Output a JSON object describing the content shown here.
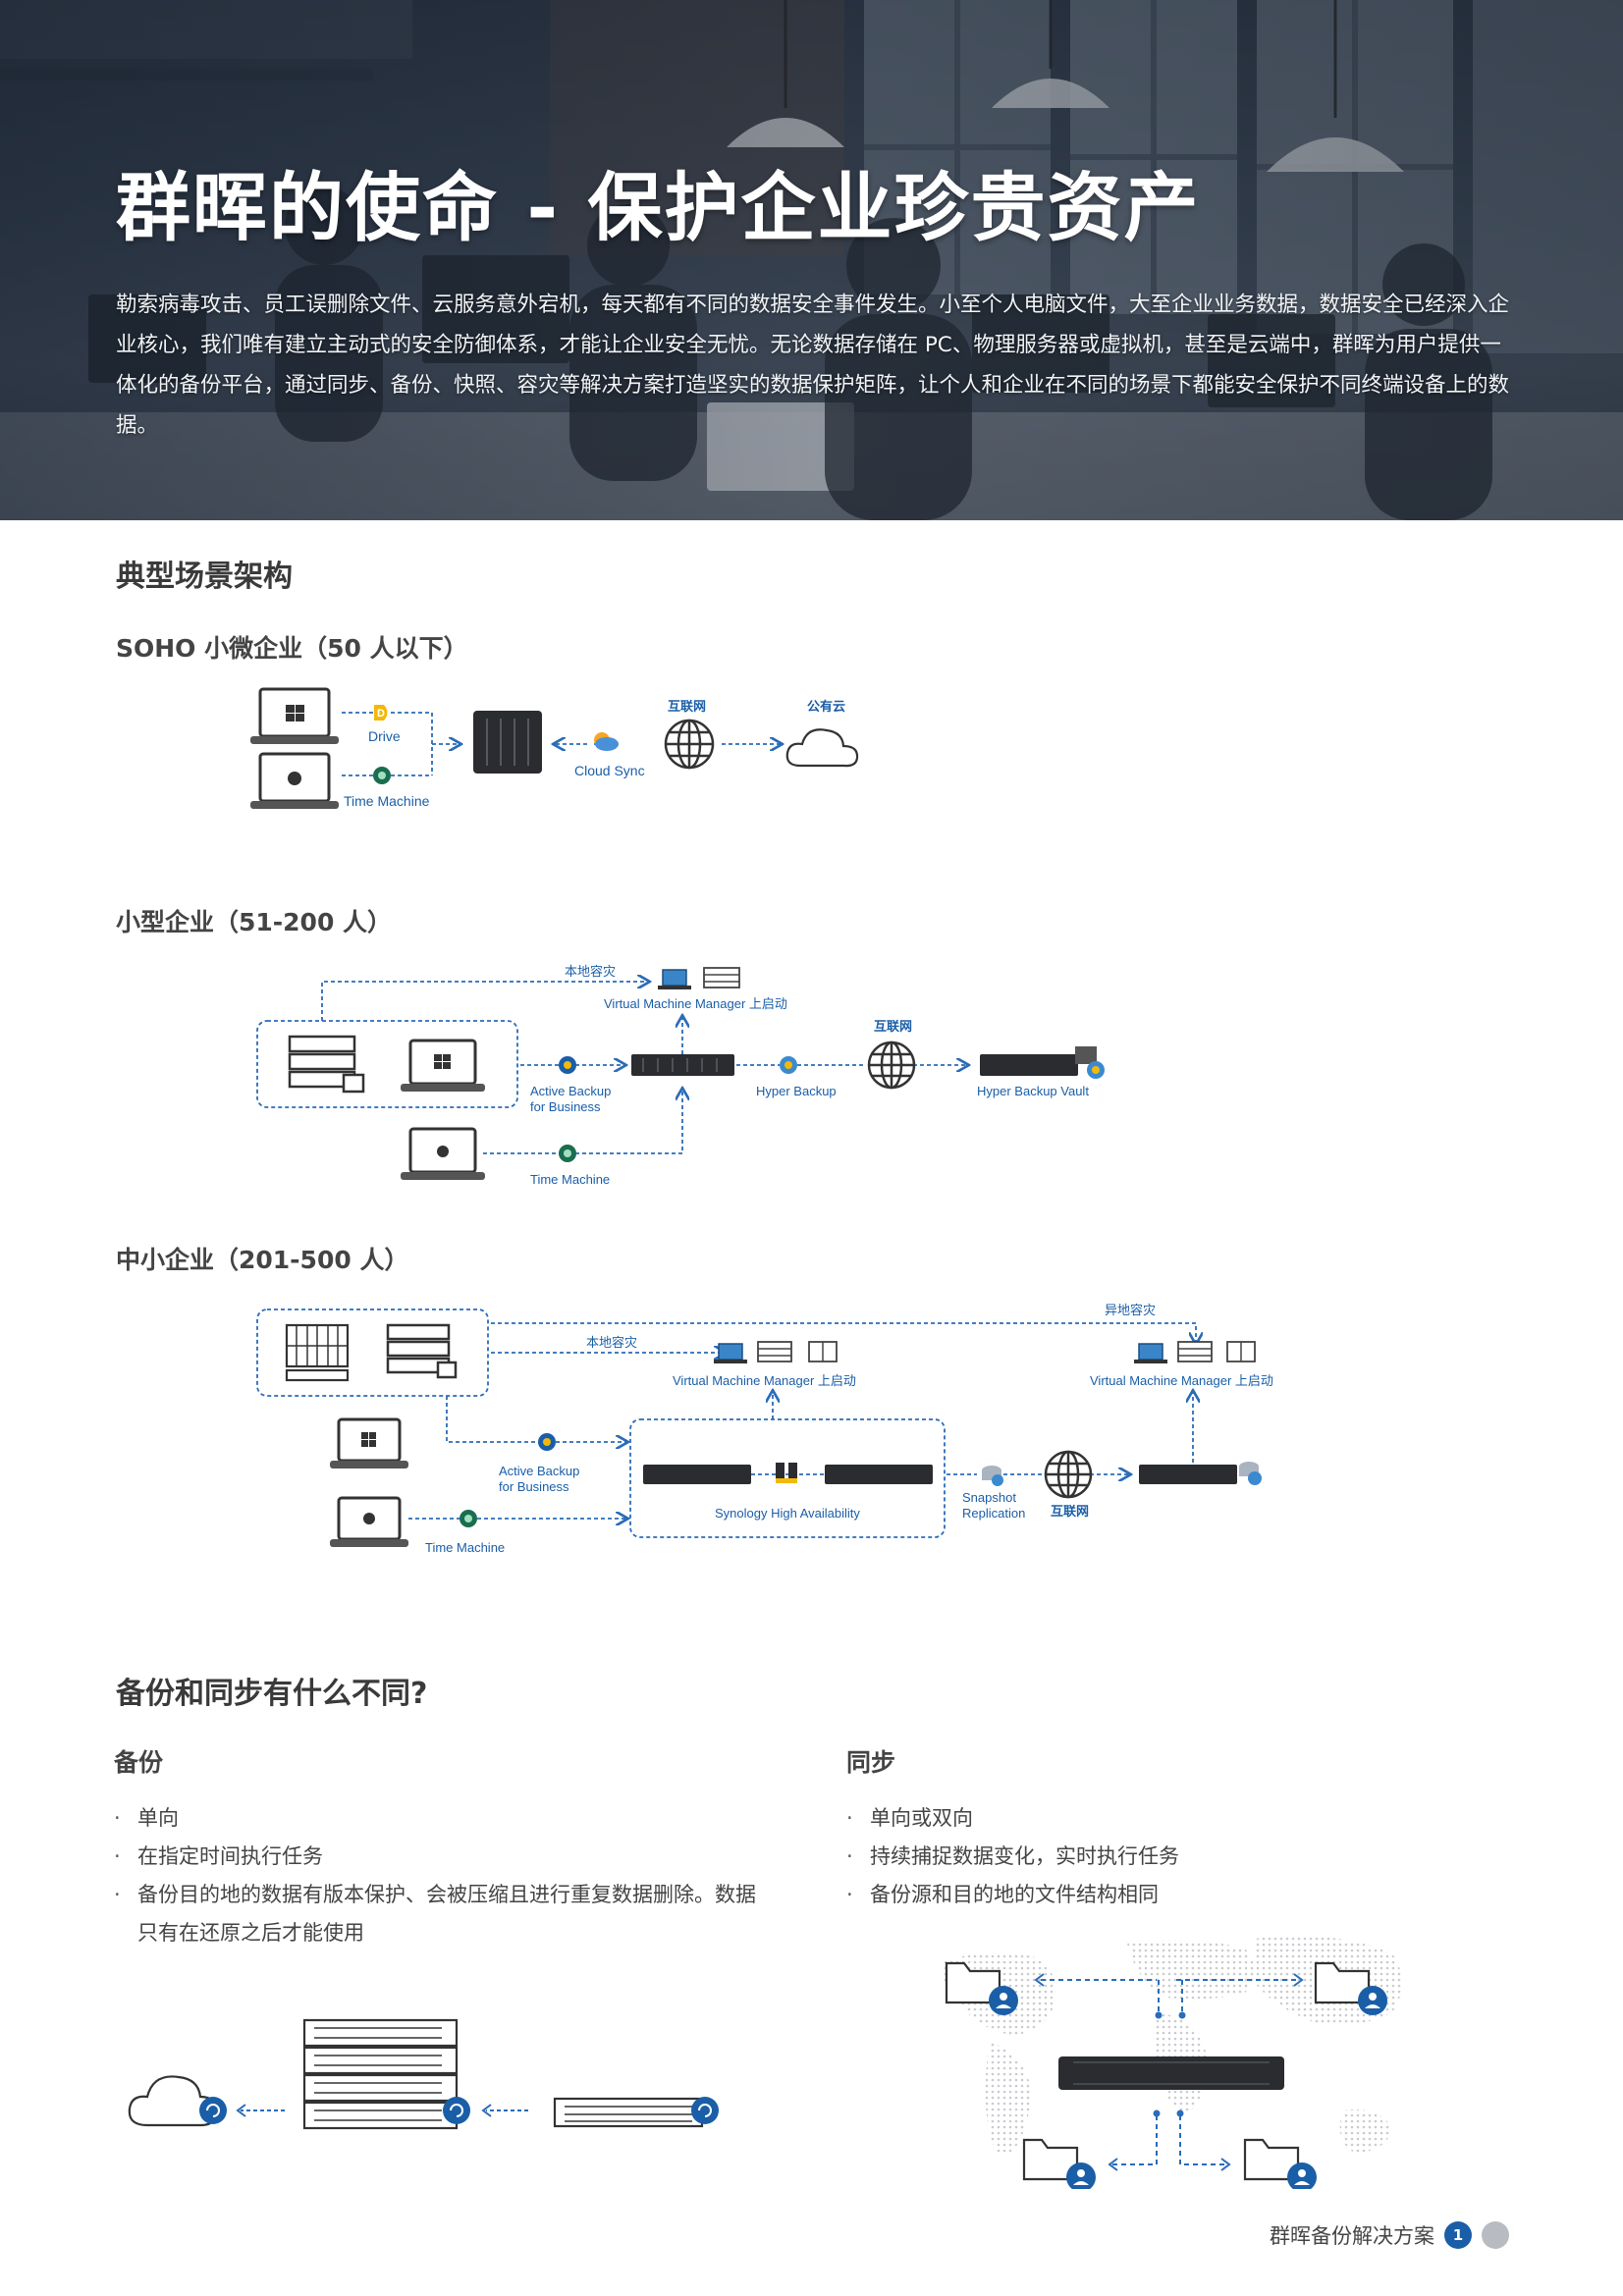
{
  "hero": {
    "title": "群晖的使命 - 保护企业珍贵资产",
    "body": "勒索病毒攻击、员工误删除文件、云服务意外宕机，每天都有不同的数据安全事件发生。小至个人电脑文件，大至企业业务数据，数据安全已经深入企业核心，我们唯有建立主动式的安全防御体系，才能让企业安全无忧。无论数据存储在 PC、物理服务器或虚拟机，甚至是云端中，群晖为用户提供一体化的备份平台，通过同步、备份、快照、容灾等解决方案打造坚实的数据保护矩阵，让个人和企业在不同的场景下都能安全保护不同终端设备上的数据。"
  },
  "arch": {
    "title": "典型场景架构",
    "soho": {
      "title": "SOHO 小微企业（50 人以下）",
      "drive": "Drive",
      "time_machine": "Time Machine",
      "cloud_sync": "Cloud Sync",
      "internet": "互联网",
      "public_cloud": "公有云"
    },
    "small": {
      "title": "小型企业（51-200 人）",
      "local_dr": "本地容灾",
      "vmm": "Virtual Machine Manager 上启动",
      "active_backup_1": "Active Backup",
      "active_backup_2": "for Business",
      "hyper_backup": "Hyper Backup",
      "internet": "互联网",
      "hyper_backup_vault": "Hyper Backup Vault",
      "time_machine": "Time Machine"
    },
    "smb": {
      "title": "中小企业（201-500 人）",
      "remote_dr": "异地容灾",
      "local_dr": "本地容灾",
      "vmm_1": "Virtual Machine Manager 上启动",
      "vmm_2": "Virtual Machine Manager 上启动",
      "active_backup_1": "Active Backup",
      "active_backup_2": "for Business",
      "high_availability": "Synology High Availability",
      "snapshot_1": "Snapshot",
      "snapshot_2": "Replication",
      "internet": "互联网",
      "time_machine": "Time Machine"
    }
  },
  "compare": {
    "title": "备份和同步有什么不同?",
    "backup": {
      "heading": "备份",
      "items": [
        "单向",
        "在指定时间执行任务",
        "备份目的地的数据有版本保护、会被压缩且进行重复数据删除。数据只有在还原之后才能使用"
      ]
    },
    "sync": {
      "heading": "同步",
      "items": [
        "单向或双向",
        "持续捕捉数据变化，实时执行任务",
        "备份源和目的地的文件结构相同"
      ]
    }
  },
  "footer": {
    "text": "群晖备份解决方案",
    "page": "1"
  },
  "colors": {
    "accent_blue": "#1a5ea8",
    "dashed_line": "#2a6cb8",
    "text": "#444444"
  }
}
